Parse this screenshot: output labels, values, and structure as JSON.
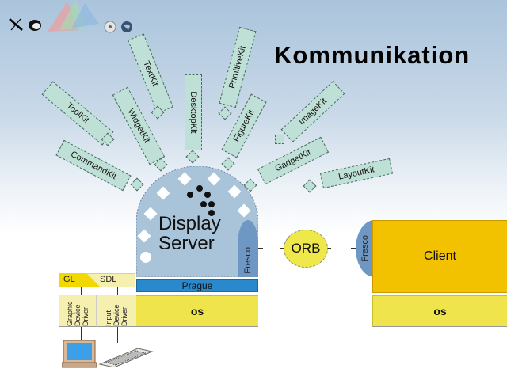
{
  "header": {
    "title": "Kommunikation",
    "logo_icons": [
      "x-logo-icon",
      "fish-icon",
      "prism-logo-icon",
      "cd-icon",
      "globe-icon"
    ]
  },
  "kits": [
    {
      "label": "ToolKit"
    },
    {
      "label": "TextKit"
    },
    {
      "label": "WidgetKit"
    },
    {
      "label": "DesktopKit"
    },
    {
      "label": "PrimitiveKit"
    },
    {
      "label": "FigureKit"
    },
    {
      "label": "ImageKit"
    },
    {
      "label": "CommandKit"
    },
    {
      "label": "GadgetKit"
    },
    {
      "label": "LayoutKit"
    }
  ],
  "server": {
    "label_line1": "Display",
    "label_line2": "Server",
    "fresco_label": "Fresco",
    "prague_label": "Prague",
    "os_label": "os"
  },
  "drivers": {
    "gl_label": "GL",
    "sdl_label": "SDL",
    "graphic_driver": "Graphic Device Driver",
    "input_driver": "Input Device Driver"
  },
  "orb": {
    "label": "ORB"
  },
  "client": {
    "label": "Client",
    "fresco_label": "Fresco",
    "os_label": "os"
  },
  "colors": {
    "kit_fill": "#bfe0d6",
    "server_fill": "#a9c3d8",
    "fresco_fill": "#6f97c4",
    "prague_fill": "#2a88cc",
    "os_fill": "#f0e44c",
    "client_fill": "#f2c200",
    "orb_fill": "#eee84a",
    "driver_fill": "#f5efb0"
  }
}
